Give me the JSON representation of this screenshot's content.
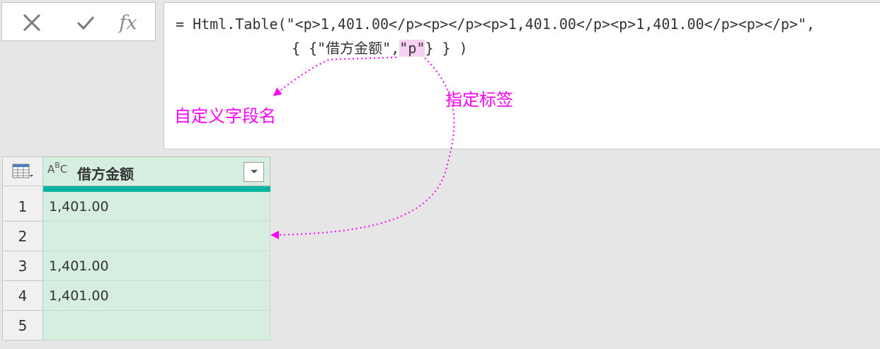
{
  "formula_bar": {
    "cancel_icon": "x-icon",
    "confirm_icon": "check-icon",
    "fx_label": "fx",
    "line1": "= Html.Table(\"<p>1,401.00</p><p></p><p>1,401.00</p><p>1,401.00</p><p></p>\",",
    "line2_open": "{ {\"",
    "line2_field": "借方金额",
    "line2_sep": "\",",
    "line2_selector": "\"p\"",
    "line2_close": "} } )"
  },
  "annotations": {
    "custom_field_name": "自定义字段名",
    "specify_tag": "指定标签",
    "color": "#ff00ff"
  },
  "grid": {
    "type_icon_main": "A",
    "type_icon_sup": "B",
    "type_icon_sub": "C",
    "column_header": "借方金额",
    "accent_color": "#00b4a0",
    "rows": [
      {
        "num": "1",
        "value": "1,401.00"
      },
      {
        "num": "2",
        "value": ""
      },
      {
        "num": "3",
        "value": "1,401.00"
      },
      {
        "num": "4",
        "value": "1,401.00"
      },
      {
        "num": "5",
        "value": ""
      }
    ]
  }
}
